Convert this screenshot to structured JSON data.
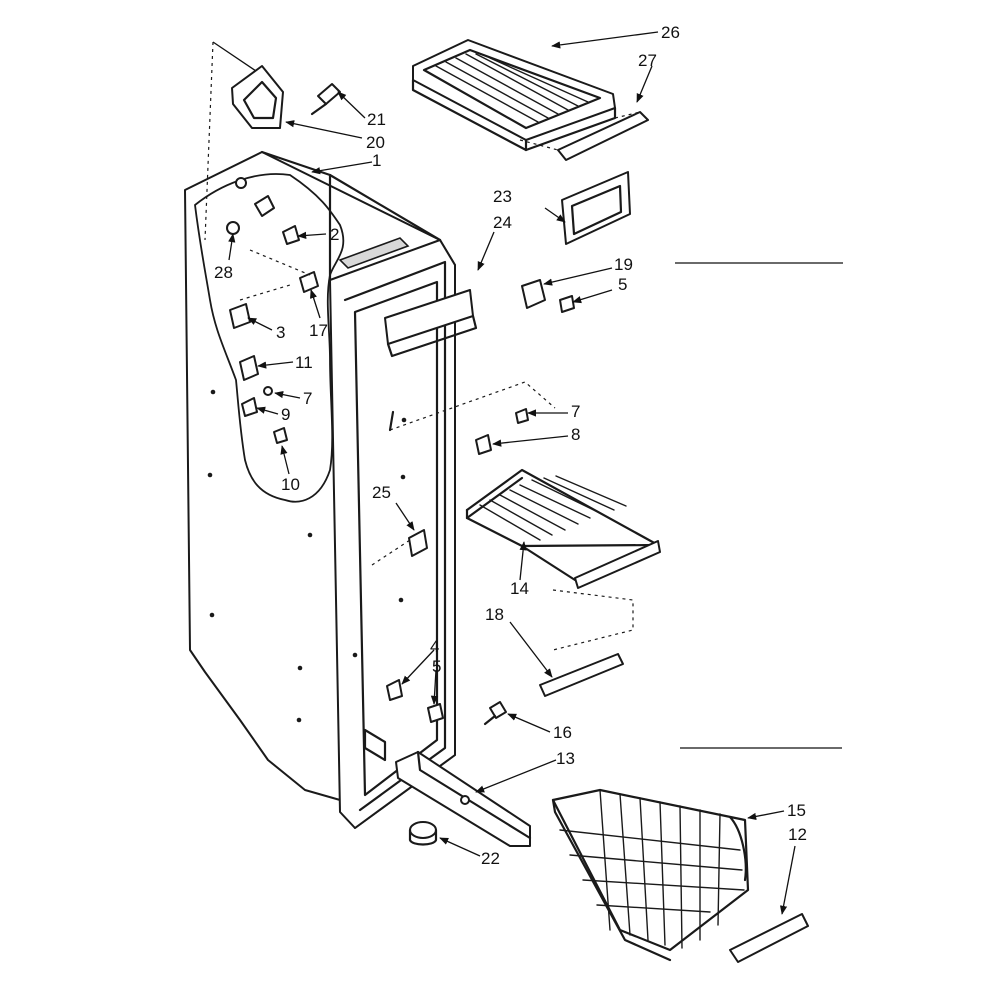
{
  "callouts": {
    "c1": "1",
    "c2": "2",
    "c3": "3",
    "c4": "4",
    "c5a": "5",
    "c5b": "5",
    "c7a": "7",
    "c7b": "7",
    "c8": "8",
    "c9": "9",
    "c10": "10",
    "c11": "11",
    "c12": "12",
    "c13": "13",
    "c14": "14",
    "c15": "15",
    "c16": "16",
    "c17": "17",
    "c18": "18",
    "c19": "19",
    "c20": "20",
    "c21": "21",
    "c22": "22",
    "c23": "23",
    "c24": "24",
    "c25": "25",
    "c26": "26",
    "c27": "27",
    "c28": "28"
  },
  "colors": {
    "ink": "#1a1a1a",
    "paper": "#ffffff"
  }
}
